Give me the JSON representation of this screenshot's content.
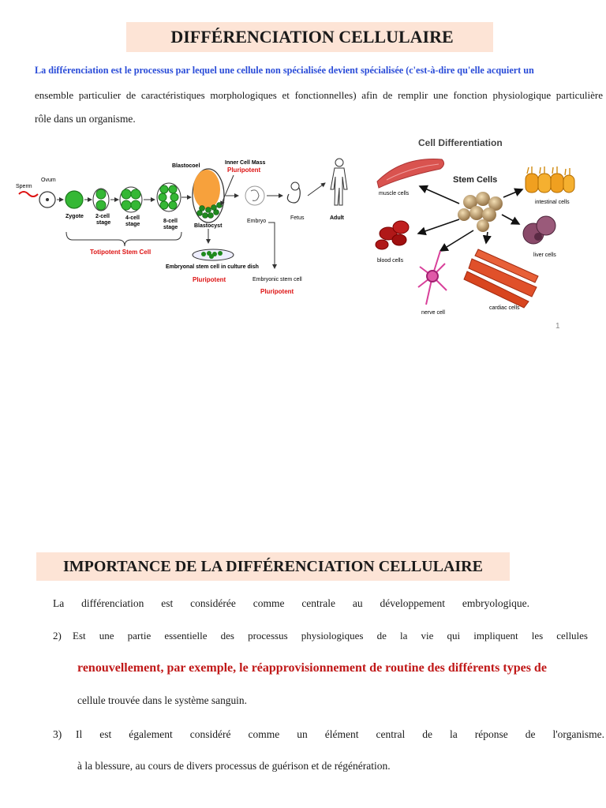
{
  "title": "DIFFÉRENCIATION CELLULAIRE",
  "intro": {
    "line1": "La différenciation est le processus par lequel une cellule non spécialisée devient spécialisée (c'est-à-dire qu'elle acquiert un",
    "line2": "ensemble particulier de caractéristiques morphologiques et fonctionnelles) afin de remplir une fonction physiologique particulière",
    "line3": "rôle dans un organisme."
  },
  "figure_left": {
    "sperm": "Sperm",
    "ovum": "Ovum",
    "zygote": "Zygote",
    "two_cell_a": "2-cell",
    "two_cell_b": "stage",
    "four_cell_a": "4-cell",
    "four_cell_b": "stage",
    "eight_cell_a": "8-cell",
    "eight_cell_b": "stage",
    "blastocoel": "Blastocoel",
    "inner_cell_mass": "Inner Cell Mass",
    "pluripotent_top": "Pluripotent",
    "blastocyst": "Blastocyst",
    "embryo": "Embryo",
    "fetus": "Fetus",
    "adult": "Adult",
    "totipotent": "Totipotent Stem Cell",
    "culture_dish": "Embryonal stem cell in culture dish",
    "pluripotent_left": "Pluripotent",
    "embryonic_stem": "Embryonic stem cell",
    "pluripotent_right": "Pluripotent"
  },
  "figure_right": {
    "title": "Cell Differentiation",
    "stem_cells": "Stem Cells",
    "muscle": "muscle cells",
    "intestinal": "intestinal cells",
    "blood": "blood cells",
    "liver": "liver cells",
    "nerve": "nerve cell",
    "cardiac": "cardiac cells"
  },
  "page_number": "1",
  "section2": {
    "title": "IMPORTANCE DE LA DIFFÉRENCIATION CELLULAIRE",
    "p1": "La différenciation est considérée comme centrale au développement embryologique.",
    "p2_num": "2)",
    "p2": "Est une partie essentielle des processus physiologiques de la vie qui impliquent les cellules",
    "p2_red": "renouvellement, par exemple, le réapprovisionnement de routine des différents types de",
    "p2_end": "cellule trouvée dans le système sanguin.",
    "p3_num": "3)",
    "p3": "Il est également considéré comme un élément central de la réponse de l'organisme.",
    "p3_end": "à la blessure, au cours de divers processus de guérison et de régénération."
  },
  "colors": {
    "title_bg": "#fde4d6",
    "intro_blue": "#2a4cd8",
    "highlight_red": "#c01818",
    "cell_green": "#35b835",
    "blastocoel_orange": "#f7a13c"
  }
}
